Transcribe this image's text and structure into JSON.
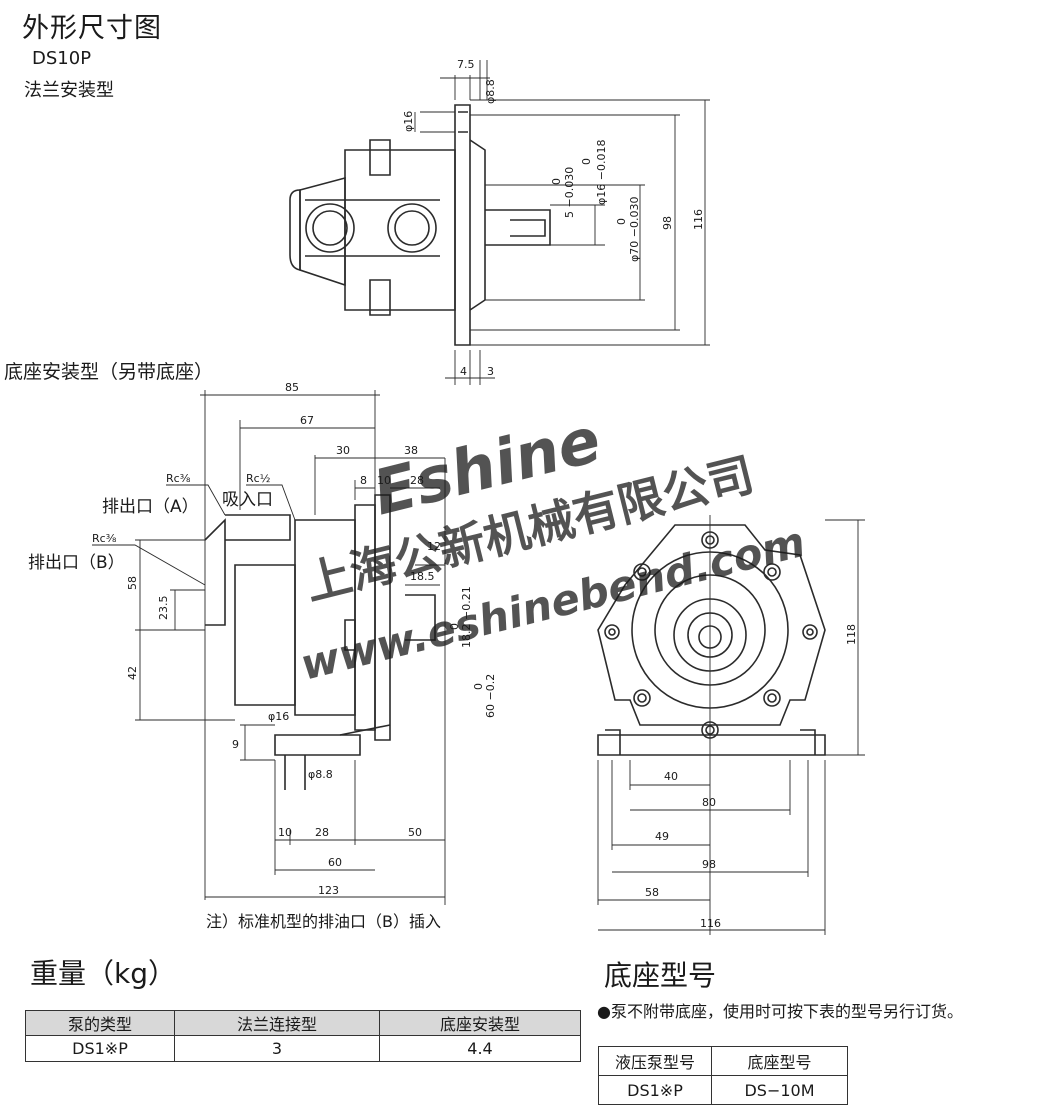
{
  "header": {
    "title": "外形尺寸图",
    "model": "DS10P",
    "subtitle": "法兰安装型"
  },
  "flange": {
    "dims": [
      "7.5",
      "φ8.8",
      "φ16",
      "5 −0.030",
      "0",
      "φ16 −0.018",
      "0",
      "φ70 −0.030",
      "0",
      "98",
      "116",
      "4",
      "3"
    ]
  },
  "base": {
    "title": "底座安装型（另带底座）",
    "labels": {
      "discharge_a": "排出口（A）",
      "suction": "吸入口",
      "discharge_b": "排出口（B）",
      "rc_a": "Rc⅜",
      "rc_s": "Rc½",
      "rc_b": "Rc⅜"
    },
    "dims_top": [
      "85",
      "67",
      "30",
      "38",
      "8",
      "10",
      "28"
    ],
    "dims_side": [
      "58",
      "23.5",
      "42",
      "9",
      "12",
      "18.5",
      "0",
      "18.2 −0.21",
      "0",
      "60 −0.2",
      "φ16",
      "φ8.8"
    ],
    "dims_bottom": [
      "10",
      "28",
      "50",
      "60",
      "123"
    ],
    "note": "注）标准机型的排油口（B）插入"
  },
  "front": {
    "dims": [
      "118",
      "40",
      "80",
      "49",
      "98",
      "58",
      "116"
    ]
  },
  "weight": {
    "title": "重量（kg）",
    "headers": [
      "泵的类型",
      "法兰连接型",
      "底座安装型"
    ],
    "row": [
      "DS1※P",
      "3",
      "4.4"
    ]
  },
  "base_model": {
    "title": "底座型号",
    "note": "●泵不附带底座，使用时可按下表的型号另行订货。",
    "headers": [
      "液压泵型号",
      "底座型号"
    ],
    "row": [
      "DS1※P",
      "DS−10M"
    ]
  },
  "watermark": {
    "line1": "Eshine",
    "line2": "上海公新机械有限公司",
    "line3": "www.eshinebend.com"
  },
  "colors": {
    "line": "#2b2b2b",
    "watermark": "#9aa3c6",
    "table_header": "#d8d8d8"
  }
}
